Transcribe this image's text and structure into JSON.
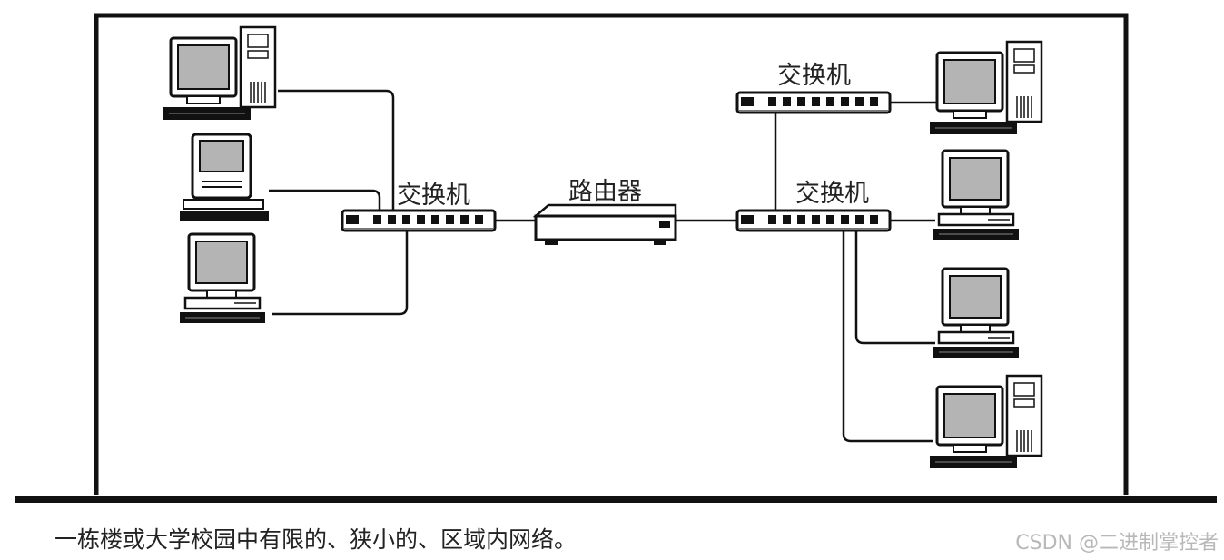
{
  "labels": {
    "switch_left": "交换机",
    "router": "路由器",
    "switch_top_right": "交换机",
    "switch_bottom_right": "交换机"
  },
  "caption": "一栋楼或大学校园中有限的、狭小的、区域内网络。",
  "watermark": "CSDN @二进制掌控者",
  "devices": {
    "left_computers": [
      "tower-pc",
      "compact-mac",
      "desktop-pc"
    ],
    "right_computers": [
      "tower-pc",
      "desktop-pc",
      "desktop-pc",
      "tower-pc"
    ]
  }
}
